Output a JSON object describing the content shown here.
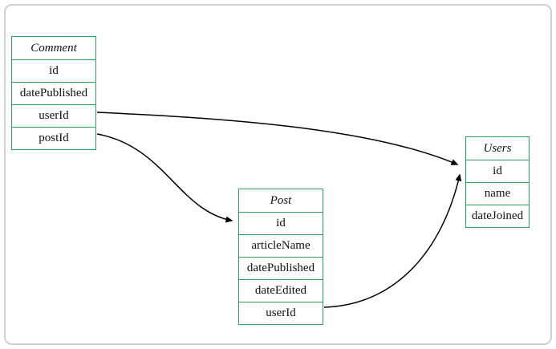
{
  "diagram": {
    "type": "entity-relationship",
    "tables": {
      "comment": {
        "title": "Comment",
        "rows": [
          "id",
          "datePublished",
          "userId",
          "postId"
        ]
      },
      "post": {
        "title": "Post",
        "rows": [
          "id",
          "articleName",
          "datePublished",
          "dateEdited",
          "userId"
        ]
      },
      "users": {
        "title": "Users",
        "rows": [
          "id",
          "name",
          "dateJoined"
        ]
      }
    },
    "relations": [
      {
        "from": "Comment.userId",
        "to": "Users.id"
      },
      {
        "from": "Comment.postId",
        "to": "Post.id"
      },
      {
        "from": "Post.userId",
        "to": "Users.id"
      }
    ],
    "colors": {
      "table_border": "#2e9e5b",
      "outer_border": "#d0d0d0",
      "arrow": "#000000",
      "background": "#ffffff"
    }
  }
}
